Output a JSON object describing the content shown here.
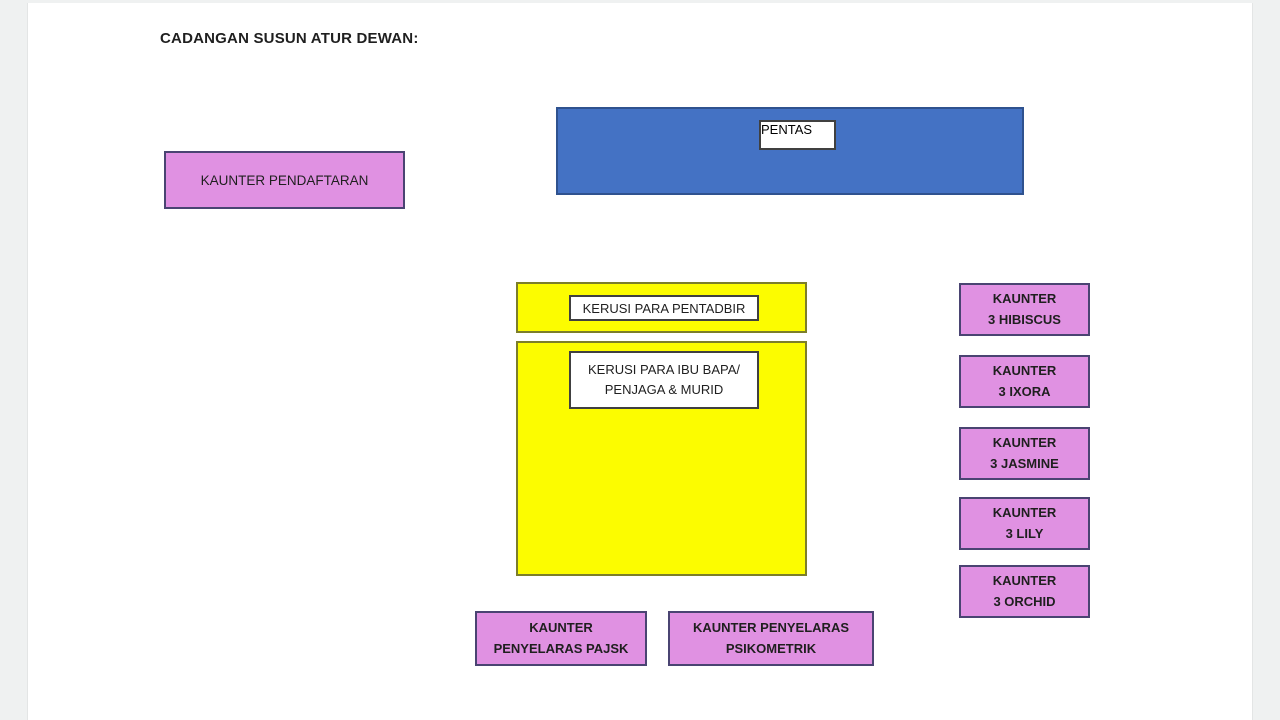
{
  "document": {
    "title": "CADANGAN SUSUN ATUR DEWAN:"
  },
  "colors": {
    "app_background": "#eff1f1",
    "page_background": "#ffffff",
    "stage_fill": "#4472c4",
    "stage_border": "#2f528f",
    "counter_fill": "#e091e2",
    "counter_border": "#4a4472",
    "chairs_fill": "#fcfc00",
    "chairs_border": "#7c7e2a",
    "label_fill": "#ffffff",
    "label_border": "#404040",
    "text": "#1f1f1f"
  },
  "stage": {
    "label": "PENTAS"
  },
  "registration_counter": {
    "label": "KAUNTER PENDAFTARAN"
  },
  "admin_chairs": {
    "label": "KERUSI PARA PENTADBIR"
  },
  "audience_chairs": {
    "line1": "KERUSI PARA IBU BAPA/",
    "line2": "PENJAGA & MURID"
  },
  "class_counters": [
    {
      "line1": "KAUNTER",
      "line2": "3 HIBISCUS"
    },
    {
      "line1": "KAUNTER",
      "line2": "3 IXORA"
    },
    {
      "line1": "KAUNTER",
      "line2": "3 JASMINE"
    },
    {
      "line1": "KAUNTER",
      "line2": "3 LILY"
    },
    {
      "line1": "KAUNTER",
      "line2": "3 ORCHID"
    }
  ],
  "coordinator_counters": [
    {
      "line1": "KAUNTER",
      "line2": "PENYELARAS PAJSK"
    },
    {
      "line1": "KAUNTER PENYELARAS",
      "line2": "PSIKOMETRIK"
    }
  ]
}
